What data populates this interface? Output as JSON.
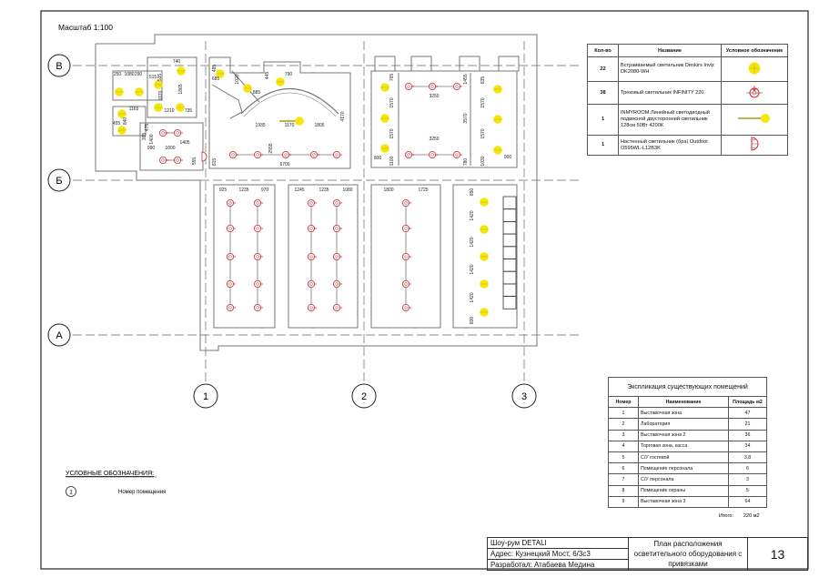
{
  "scale_label": "Масштаб 1:100",
  "axes": {
    "rows": [
      "В",
      "Б",
      "А"
    ],
    "columns": [
      "1",
      "2",
      "3"
    ]
  },
  "colors": {
    "ceiling_light": "#f5e60a",
    "track_light": "#d0262f",
    "linear_bar": "#a89a1a",
    "wall": "#777777"
  },
  "plan": {
    "dimensions": [
      "250",
      "1080",
      "290",
      "515",
      "535",
      "740",
      "1865",
      "1120",
      "1210",
      "735",
      "1165",
      "455",
      "840",
      "485",
      "685",
      "1020",
      "885",
      "445",
      "790",
      "4170",
      "1935",
      "1170",
      "1805",
      "2555",
      "6700",
      "815",
      "475",
      "1400",
      "395",
      "990",
      "1000",
      "1405",
      "555",
      "765",
      "1570",
      "1570",
      "1100",
      "3250",
      "3250",
      "1455",
      "3570",
      "780",
      "835",
      "1570",
      "1570",
      "1030",
      "800",
      "900",
      "925",
      "1235",
      "970",
      "1245",
      "1235",
      "1080",
      "1800",
      "1725",
      "850",
      "1420",
      "1420",
      "1420",
      "1420",
      "800"
    ]
  },
  "fixtures_legend": {
    "headers": [
      "Кол-во",
      "Название",
      "Условное обозначение"
    ],
    "rows": [
      {
        "qty": "22",
        "name": "Встраиваемый светильник Denkirs Inviz DK2080-WH",
        "icon": "yellow-recessed-light-icon"
      },
      {
        "qty": "38",
        "name": "Трековый светильник INFINITY 220",
        "icon": "track-light-icon"
      },
      {
        "qty": "1",
        "name": "INMYROOM Линейный светодиодный подвесной двусторонний светильник 128см 50Вт 4200К",
        "icon": "linear-pendant-light-icon"
      },
      {
        "qty": "1",
        "name": "Настенный светильник (бра) Outdoor O595WL-L12B3K",
        "icon": "wall-sconce-icon"
      }
    ]
  },
  "explication": {
    "title": "Экспликация существующих помещений",
    "headers": [
      "Номер",
      "Наименование",
      "Площадь м2"
    ],
    "rows": [
      {
        "num": "1",
        "name": "Выставочная зона",
        "area": "47"
      },
      {
        "num": "2",
        "name": "Лаборатория",
        "area": "21"
      },
      {
        "num": "3",
        "name": "Выставочная зона 2",
        "area": "36"
      },
      {
        "num": "4",
        "name": "Торговая зона, касса",
        "area": "34"
      },
      {
        "num": "5",
        "name": "С/У гостевой",
        "area": "3,8"
      },
      {
        "num": "6",
        "name": "Помещение персонала",
        "area": "6"
      },
      {
        "num": "7",
        "name": "С/У персонала",
        "area": "3"
      },
      {
        "num": "8",
        "name": "Помещение охраны",
        "area": "5"
      },
      {
        "num": "9",
        "name": "Выставочная зона 3",
        "area": "64"
      }
    ],
    "total_label": "Итого:",
    "total_value": "220 м2"
  },
  "symbols_legend": {
    "title": "УСЛОВНЫЕ ОБОЗНАЧЕНИЯ:",
    "room_number_sample": "1",
    "room_number_label": "Номер помещения"
  },
  "title_block": {
    "project": "Шоу-рум DETALI",
    "address": "Адрес:  Кузнецкий Мост, 6/3с3",
    "author": "Разработал: Атабаева Медина",
    "sheet_title": "План расположения осветительного оборудования с привязками",
    "sheet_number": "13"
  }
}
